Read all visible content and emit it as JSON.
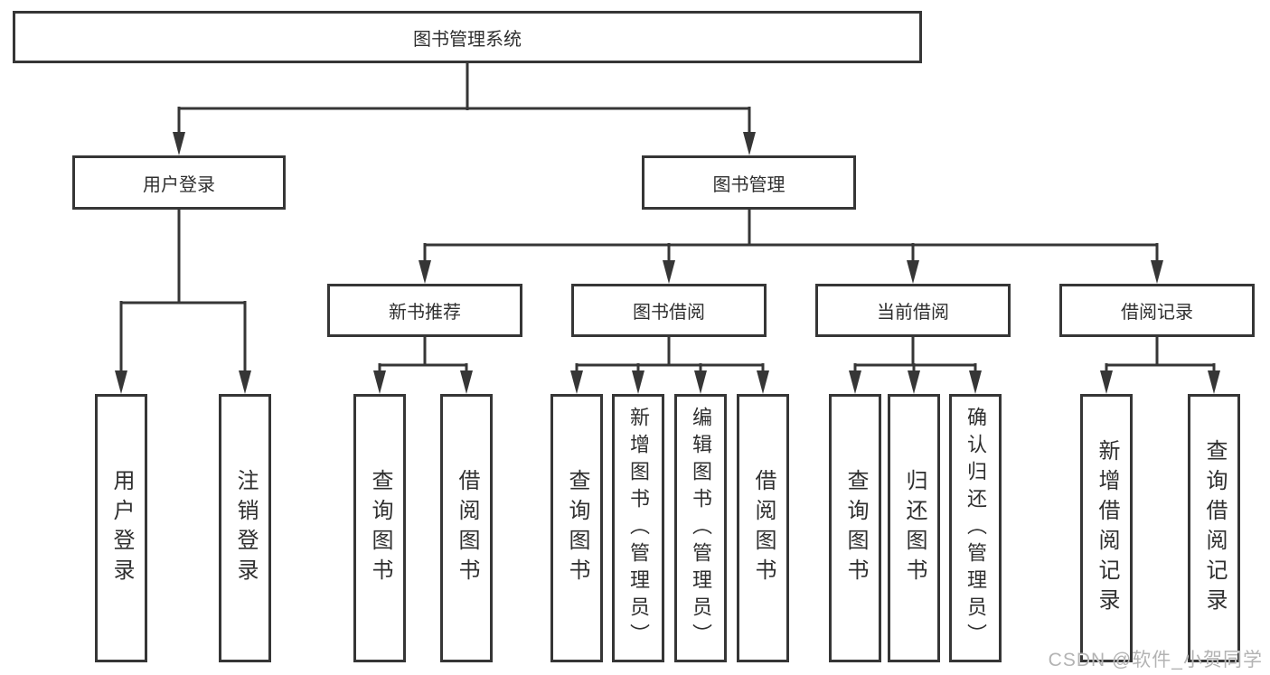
{
  "diagram": {
    "root": {
      "label": "图书管理系统"
    },
    "branches": [
      {
        "label": "用户登录",
        "leaves": [
          {
            "label": "用户登录"
          },
          {
            "label": "注销登录"
          }
        ]
      },
      {
        "label": "图书管理",
        "groups": [
          {
            "label": "新书推荐",
            "leaves": [
              {
                "label": "查询图书"
              },
              {
                "label": "借阅图书"
              }
            ]
          },
          {
            "label": "图书借阅",
            "leaves": [
              {
                "label": "查询图书"
              },
              {
                "label": "新增图书（管理员）"
              },
              {
                "label": "编辑图书（管理员）"
              },
              {
                "label": "借阅图书"
              }
            ]
          },
          {
            "label": "当前借阅",
            "leaves": [
              {
                "label": "查询图书"
              },
              {
                "label": "归还图书"
              },
              {
                "label": "确认归还（管理员）"
              }
            ]
          },
          {
            "label": "借阅记录",
            "leaves": [
              {
                "label": "新增借阅记录"
              },
              {
                "label": "查询借阅记录"
              }
            ]
          }
        ]
      }
    ]
  },
  "watermark": {
    "text": "CSDN @软件_小贺同学"
  },
  "colors": {
    "line": "#363636",
    "box_border": "#363636",
    "text": "#2f2f2f",
    "background": "#ffffff",
    "watermark": "#b3b3b3"
  }
}
